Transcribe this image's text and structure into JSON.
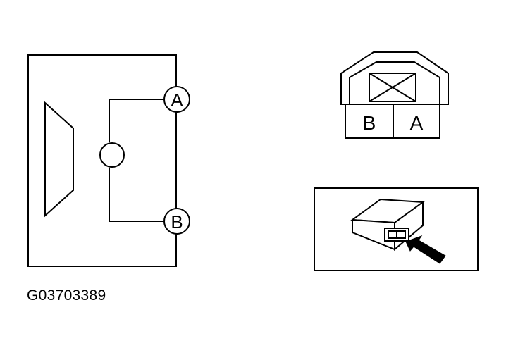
{
  "schematic": {
    "terminal_a": "A",
    "terminal_b": "B"
  },
  "connector": {
    "pin_left": "B",
    "pin_right": "A"
  },
  "location_view": {
    "arrow_icon": "arrow-up-left-icon"
  },
  "figure_id": "G03703389",
  "colors": {
    "line": "#000000",
    "background": "#ffffff"
  }
}
